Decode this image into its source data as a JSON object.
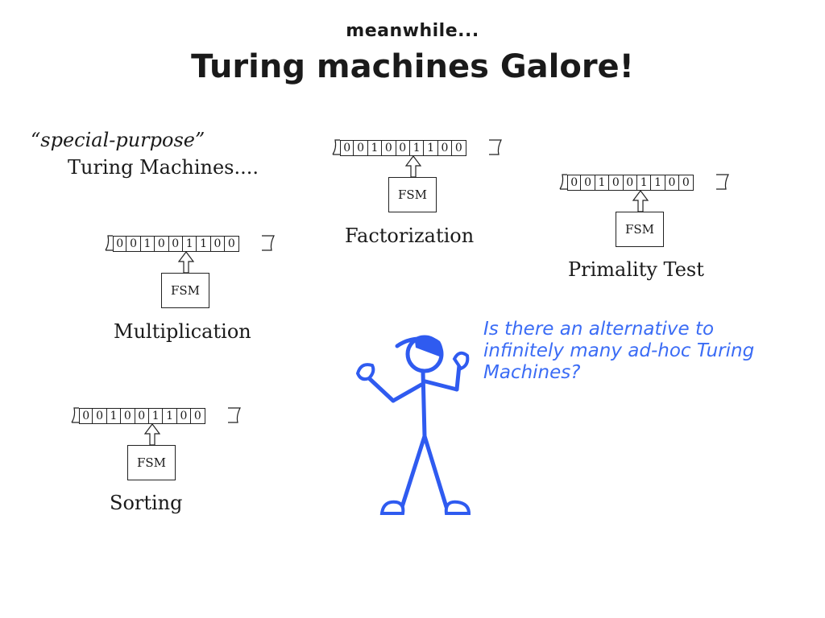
{
  "slide": {
    "subtitle": "meanwhile...",
    "title": "Turing machines Galore!",
    "intro_quote": "“special-purpose”",
    "intro_label": "Turing Machines....",
    "question": "Is there an alternative to infinitely many ad-hoc Turing Machines?"
  },
  "machines": [
    {
      "label": "Factorization",
      "fsm": "FSM",
      "tape": [
        "0",
        "0",
        "1",
        "0",
        "0",
        "1",
        "1",
        "0",
        "0"
      ]
    },
    {
      "label": "Primality Test",
      "fsm": "FSM",
      "tape": [
        "0",
        "0",
        "1",
        "0",
        "0",
        "1",
        "1",
        "0",
        "0"
      ]
    },
    {
      "label": "Multiplication",
      "fsm": "FSM",
      "tape": [
        "0",
        "0",
        "1",
        "0",
        "0",
        "1",
        "1",
        "0",
        "0"
      ]
    },
    {
      "label": "Sorting",
      "fsm": "FSM",
      "tape": [
        "0",
        "0",
        "1",
        "0",
        "0",
        "1",
        "1",
        "0",
        "0"
      ]
    }
  ],
  "colors": {
    "stick_figure": "#2f5bf0",
    "question_text": "#3b6cf5",
    "text": "#1a1a1a"
  }
}
